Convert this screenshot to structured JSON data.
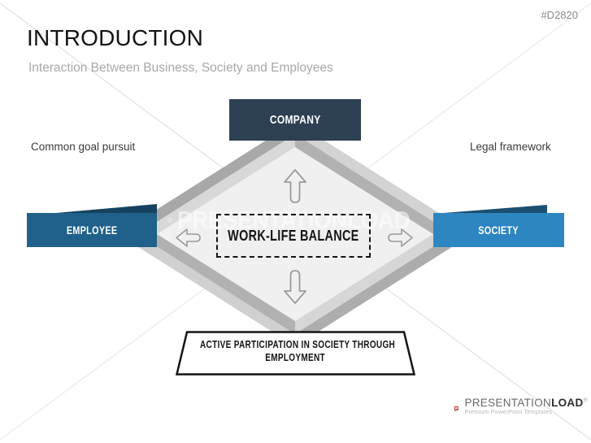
{
  "slide": {
    "code": "#D2820",
    "title": "INTRODUCTION",
    "subtitle": "Interaction Between Business, Society and Employees"
  },
  "diagram": {
    "top_box": "COMPANY",
    "left_box": "EMPLOYEE",
    "right_box": "SOCIETY",
    "center_box": "WORK-LIFE BALANCE",
    "left_annotation": "Common goal pursuit",
    "right_annotation": "Legal framework",
    "banner_line1": "ACTIVE PARTICIPATION IN SOCIETY THROUGH",
    "banner_line2": "EMPLOYMENT",
    "colors": {
      "company": "#2E4053",
      "employee": "#20618C",
      "employee_fold": "#16425F",
      "society": "#2E86C1",
      "society_fold": "#1B4F72",
      "diamond_outer_dark": "#A8A8A8",
      "diamond_outer_light": "#D3D3D3",
      "diamond_middle_dark": "#B1B1B1",
      "diamond_middle_light": "#D8D8D8",
      "diamond_inner": "#F0F0F0",
      "arrow_outline": "#9B9B9B"
    }
  },
  "watermark": {
    "text": "PRESENTATIONLOAD"
  },
  "branding": {
    "name_regular": "PRESENTATION",
    "name_bold": "LOAD",
    "trademark": "®",
    "tagline": "Premium PowerPoint Templates",
    "logo_red": "#B5242C"
  }
}
